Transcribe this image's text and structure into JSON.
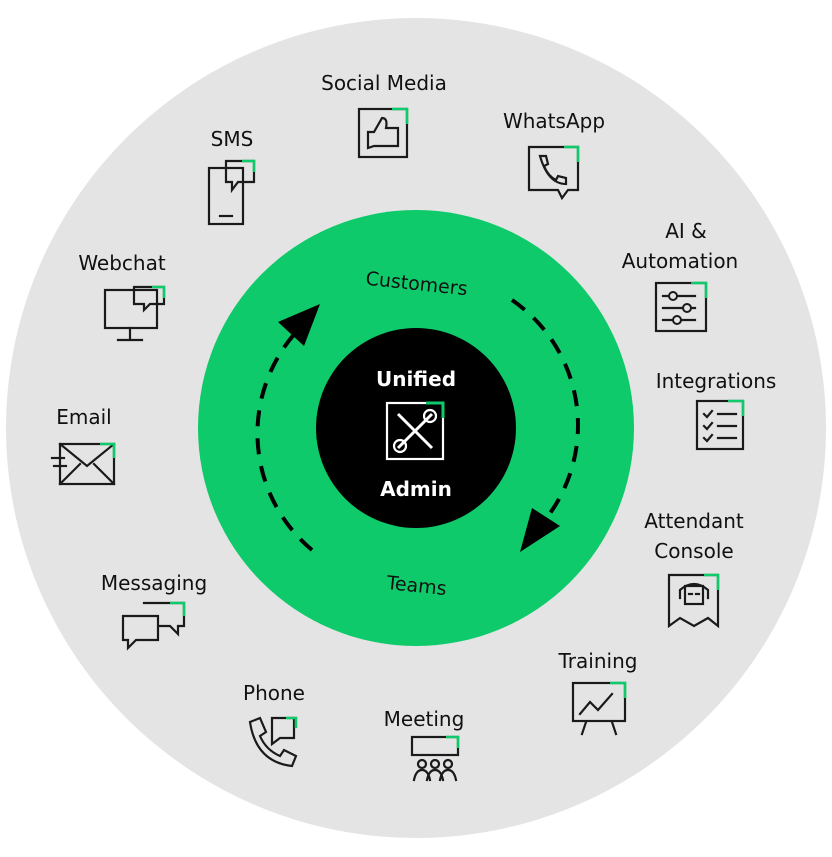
{
  "colors": {
    "outer_ring": "#e4e4e4",
    "inner_ring": "#0fca6b",
    "center": "#000000",
    "accent": "#0fca6b",
    "text": "#111111"
  },
  "center": {
    "line1": "Unified",
    "line2": "Admin",
    "icon": "tools-icon"
  },
  "inner": {
    "top": "Customers",
    "bottom": "Teams"
  },
  "channels": [
    {
      "id": "social-media",
      "label": "Social Media",
      "icon": "thumbs-up-icon"
    },
    {
      "id": "whatsapp",
      "label": "WhatsApp",
      "icon": "whatsapp-phone-icon"
    },
    {
      "id": "ai-automation",
      "label1": "AI &",
      "label2": "Automation",
      "icon": "sliders-icon"
    },
    {
      "id": "integrations",
      "label": "Integrations",
      "icon": "checklist-icon"
    },
    {
      "id": "attendant-console",
      "label1": "Attendant",
      "label2": "Console",
      "icon": "headset-agent-icon"
    },
    {
      "id": "training",
      "label": "Training",
      "icon": "presentation-chart-icon"
    },
    {
      "id": "meeting",
      "label": "Meeting",
      "icon": "meeting-group-icon"
    },
    {
      "id": "phone",
      "label": "Phone",
      "icon": "phone-icon"
    },
    {
      "id": "messaging",
      "label": "Messaging",
      "icon": "chat-bubbles-icon"
    },
    {
      "id": "email",
      "label": "Email",
      "icon": "envelope-icon"
    },
    {
      "id": "webchat",
      "label": "Webchat",
      "icon": "monitor-chat-icon"
    },
    {
      "id": "sms",
      "label": "SMS",
      "icon": "mobile-sms-icon"
    }
  ]
}
